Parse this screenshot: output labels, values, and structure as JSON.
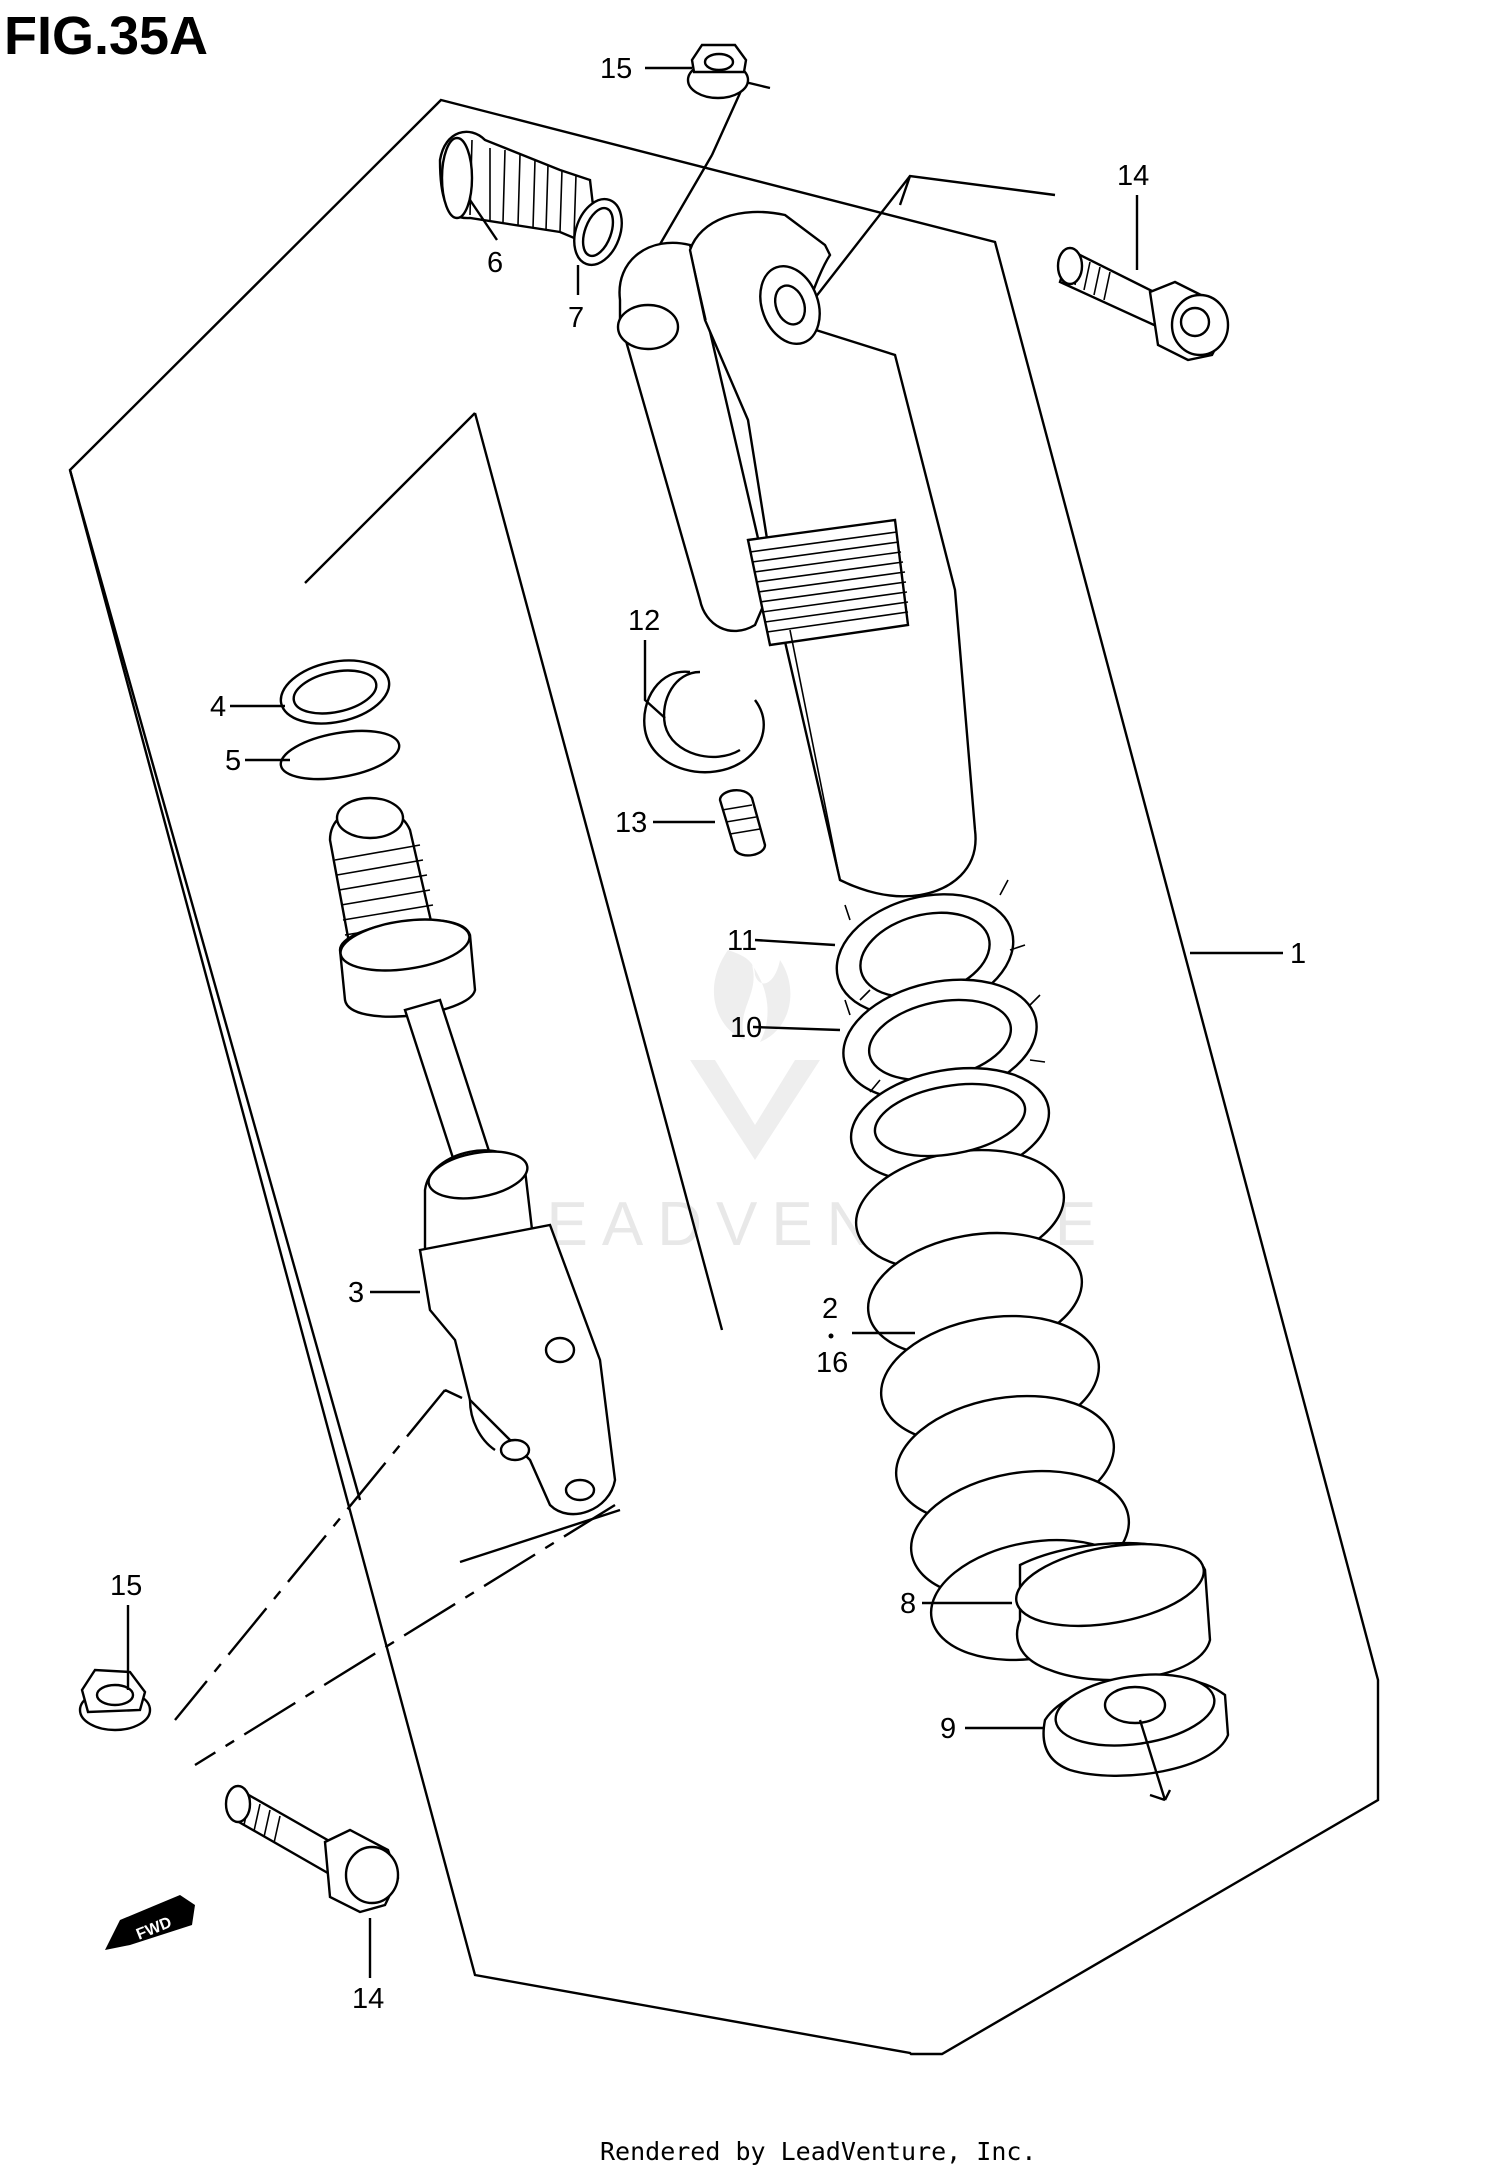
{
  "figure": {
    "title": "FIG.35A",
    "footer": "Rendered by LeadVenture, Inc.",
    "watermark": "LEADVENTURE",
    "direction_badge": "FWD"
  },
  "callouts": [
    {
      "id": "c15a",
      "text": "15"
    },
    {
      "id": "c14a",
      "text": "14"
    },
    {
      "id": "c6",
      "text": "6"
    },
    {
      "id": "c7",
      "text": "7"
    },
    {
      "id": "c12",
      "text": "12"
    },
    {
      "id": "c4",
      "text": "4"
    },
    {
      "id": "c5",
      "text": "5"
    },
    {
      "id": "c13",
      "text": "13"
    },
    {
      "id": "c11",
      "text": "11"
    },
    {
      "id": "c1",
      "text": "1"
    },
    {
      "id": "c10",
      "text": "10"
    },
    {
      "id": "c3",
      "text": "3"
    },
    {
      "id": "c2",
      "text": "2"
    },
    {
      "id": "c16",
      "text": "16"
    },
    {
      "id": "c8",
      "text": "8"
    },
    {
      "id": "c15b",
      "text": "15"
    },
    {
      "id": "c9",
      "text": "9"
    },
    {
      "id": "c14b",
      "text": "14"
    }
  ]
}
